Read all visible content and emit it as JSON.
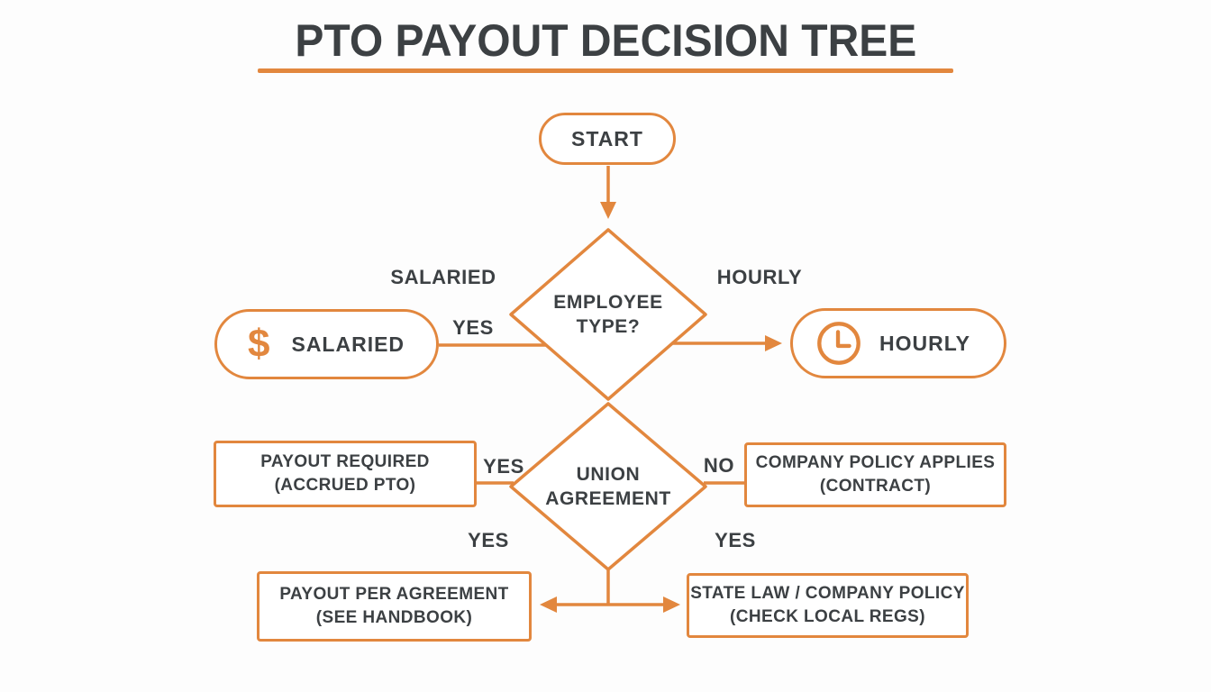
{
  "colors": {
    "accent_orange": "#e2873e",
    "text_dark": "#3c4043",
    "background": "#fdfdfd"
  },
  "title": {
    "text": "PTO PAYOUT DECISION TREE"
  },
  "nodes": {
    "start": {
      "label": "START"
    },
    "employee_type": {
      "line1": "EMPLOYEE",
      "line2": "TYPE?"
    },
    "salaried": {
      "label": "SALARIED",
      "icon_glyph": "$",
      "icon": "dollar-icon"
    },
    "hourly": {
      "label": "HOURLY",
      "icon": "clock-icon"
    },
    "union_agreement": {
      "line1": "UNION",
      "line2": "AGREEMENT"
    },
    "payout_required": {
      "line1": "PAYOUT REQUIRED",
      "line2": "(ACCRUED PTO)"
    },
    "company_policy": {
      "line1": "COMPANY POLICY APPLIES",
      "line2": "(CONTRACT)"
    },
    "payout_per_agreement": {
      "line1": "PAYOUT PER AGREEMENT",
      "line2": "(SEE HANDBOOK)"
    },
    "state_law": {
      "line1": "STATE LAW / COMPANY POLICY",
      "line2": "(CHECK LOCAL REGS)"
    }
  },
  "edge_labels": {
    "salaried_branch": "SALARIED",
    "hourly_branch": "HOURLY",
    "yes_to_salaried": "YES",
    "yes_union_left": "YES",
    "no_union_right": "NO",
    "yes_bottom_left": "YES",
    "yes_bottom_right": "YES"
  }
}
